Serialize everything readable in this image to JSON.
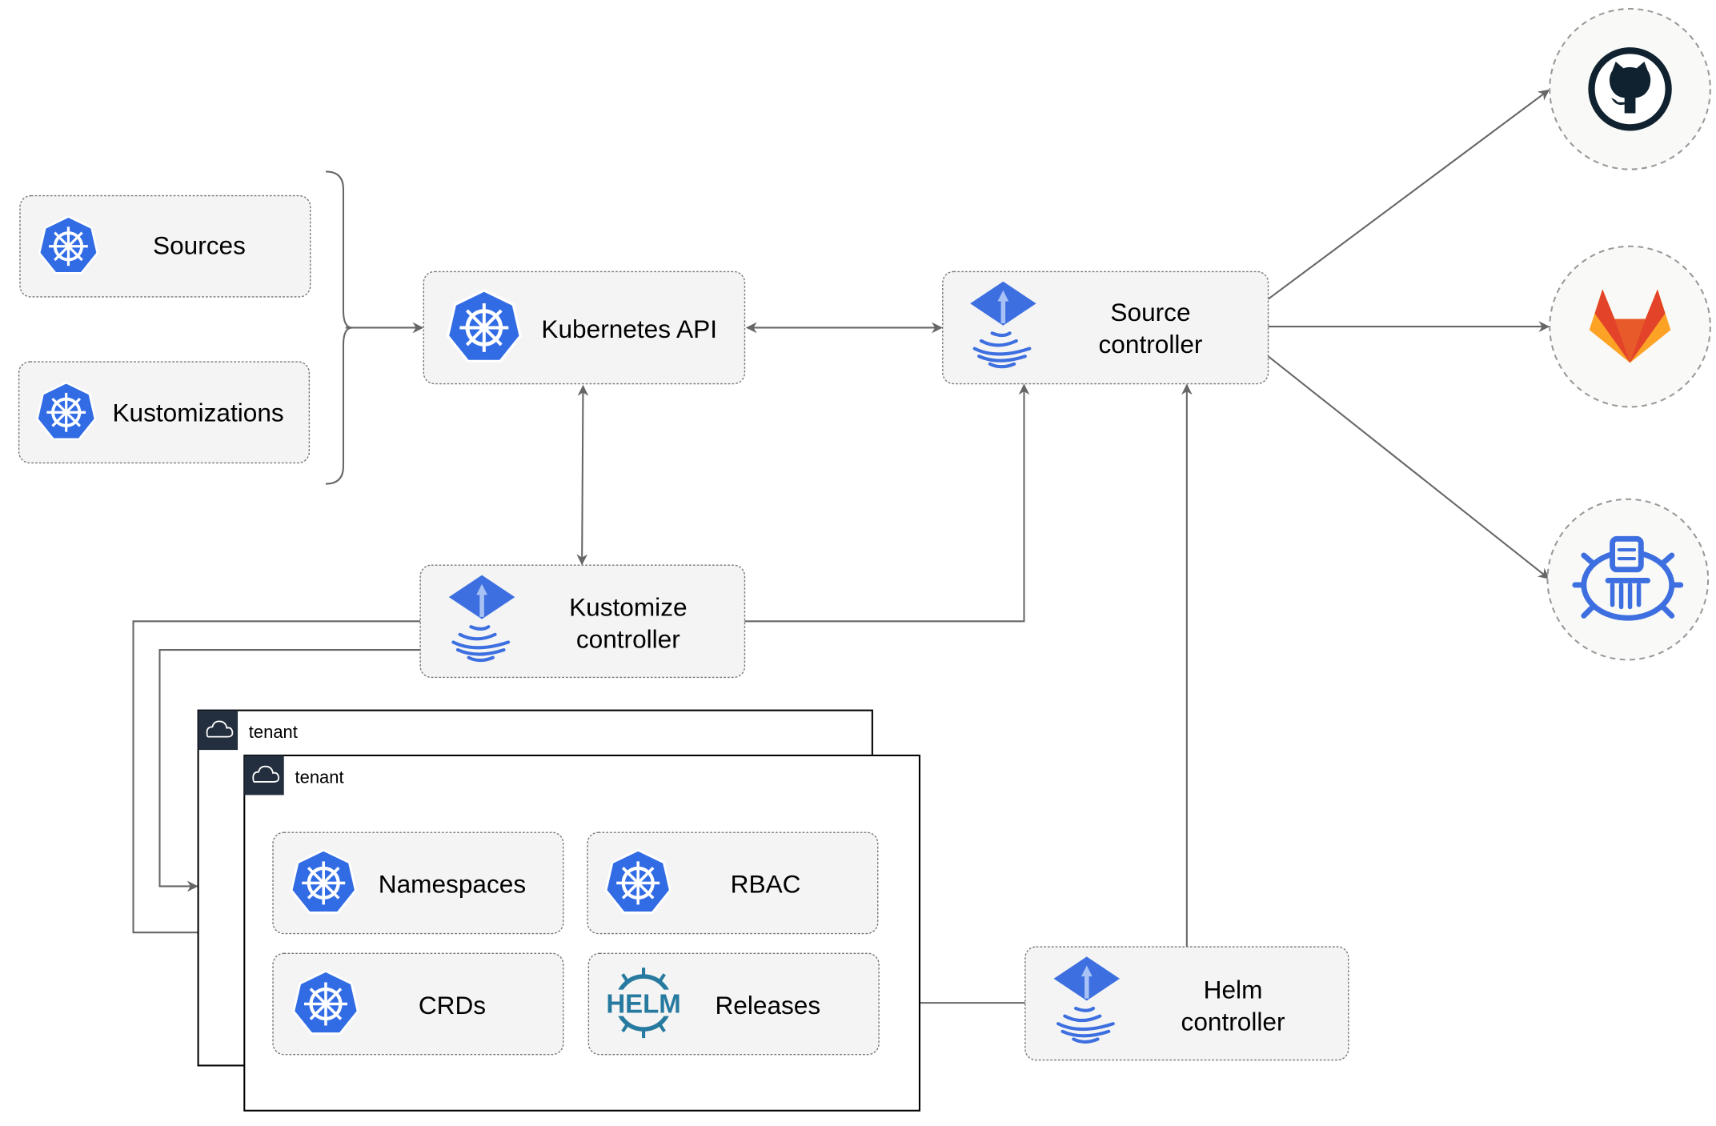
{
  "nodes": {
    "sources": "Sources",
    "kustomizations": "Kustomizations",
    "kubernetes_api": "Kubernetes API",
    "source_controller": [
      "Source",
      "controller"
    ],
    "kustomize_controller": [
      "Kustomize",
      "controller"
    ],
    "helm_controller": [
      "Helm",
      "controller"
    ],
    "namespaces": "Namespaces",
    "rbac": "RBAC",
    "crds": "CRDs",
    "releases": "Releases"
  },
  "tenants": [
    "tenant",
    "tenant"
  ],
  "helm_logo": "HELM",
  "external": [
    "github-icon",
    "gitlab-icon",
    "bucket-icon"
  ],
  "colors": {
    "kubernetes_blue": "#326ce5",
    "flux_blue": "#3d6fe0",
    "helm_blue": "#277a9f",
    "gitlab_orange": "#e24329",
    "gitlab_yellow": "#fca326",
    "github_dark": "#10222f",
    "edge": "#666666"
  }
}
